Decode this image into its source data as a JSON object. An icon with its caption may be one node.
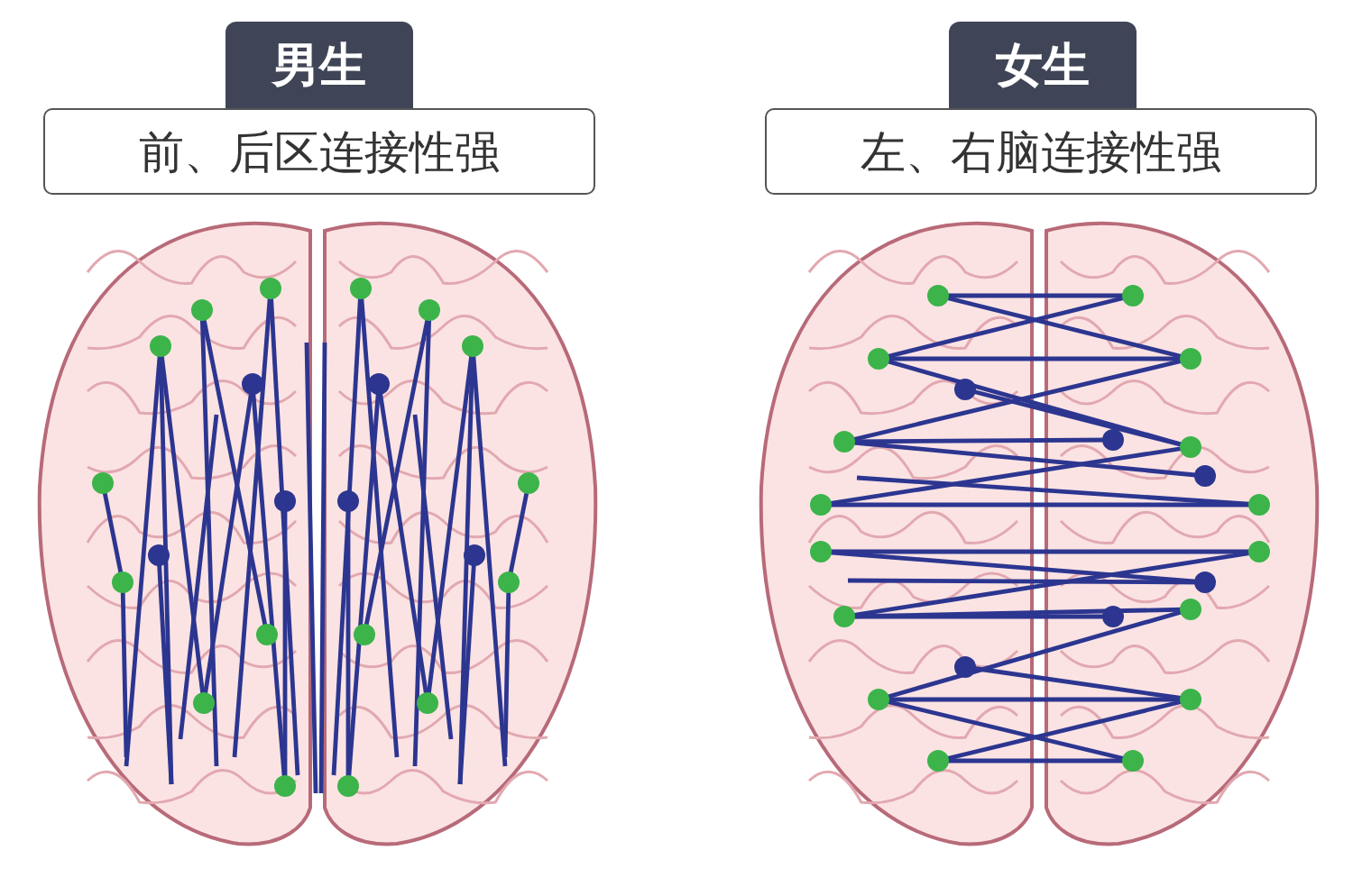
{
  "diagram": {
    "nodes": [
      {
        "text": [
          "男生"
        ]
      },
      {
        "text": [
          "前、后区连接性强"
        ]
      },
      {
        "text": [
          "女生"
        ]
      },
      {
        "text": [
          "左、右脑连接性强"
        ]
      }
    ]
  }
}
